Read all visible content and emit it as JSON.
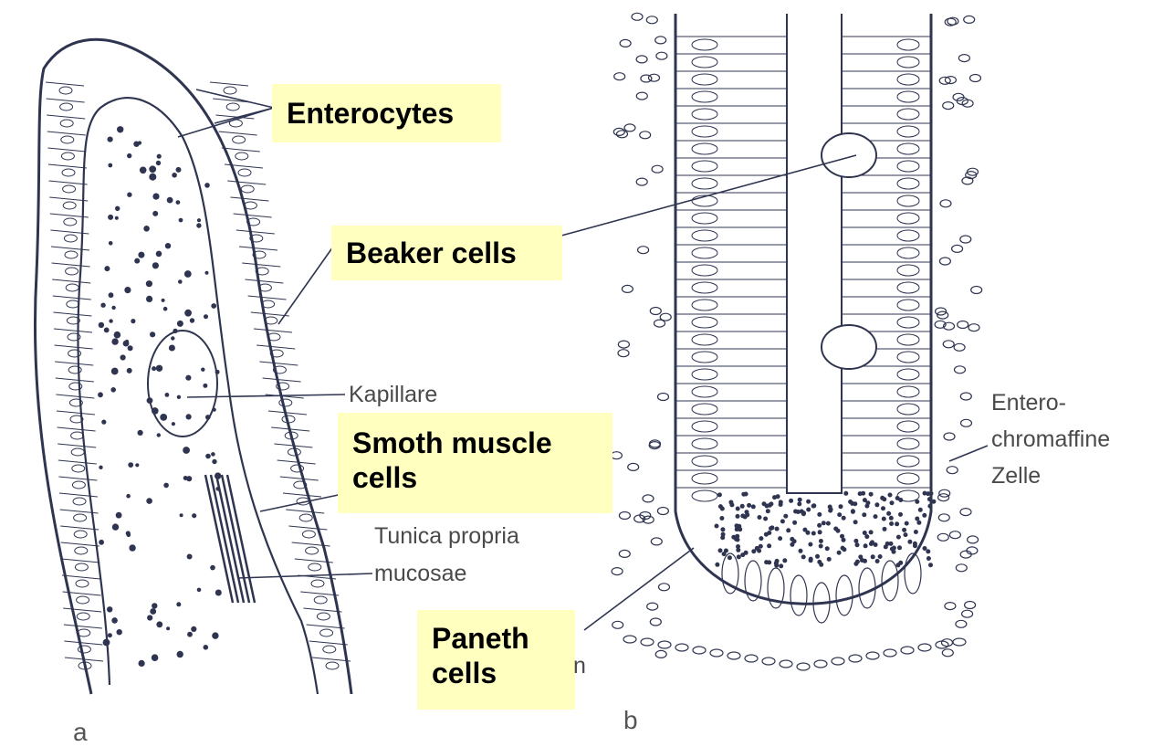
{
  "labels": {
    "enterocytes": "Enterocytes",
    "beaker_cells": "Beaker cells",
    "smooth_muscle_line1": "Smoth muscle",
    "smooth_muscle_line2": "cells",
    "paneth_line1": "Paneth",
    "paneth_line2": "cells"
  },
  "original_annotations": {
    "kapillare": "Kapillare",
    "tunica_line1": "Tunica propria",
    "tunica_line2": "mucosae",
    "entero_line1": "Entero-",
    "entero_line2": "chromaffine",
    "entero_line3": "Zelle",
    "partial_letter": "n"
  },
  "panels": {
    "a": "a",
    "b": "b"
  },
  "colors": {
    "ink": "#2f3550",
    "label_bg": "#ffffc0",
    "annotation_text": "#4a4a4a"
  }
}
